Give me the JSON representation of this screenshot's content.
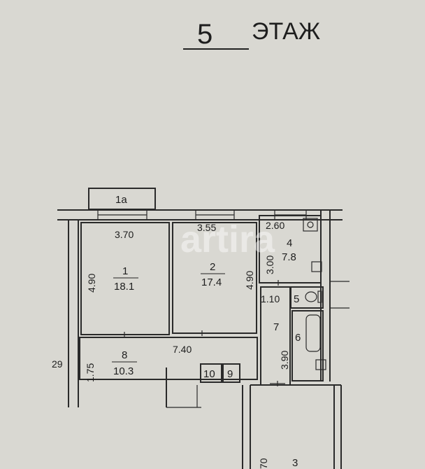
{
  "header": {
    "floor_number": "5",
    "floor_word": "ЭТАЖ"
  },
  "watermark": {
    "text": "artira"
  },
  "rooms": [
    {
      "id": "1",
      "area": "18.1"
    },
    {
      "id": "2",
      "area": "17.4"
    },
    {
      "id": "3"
    },
    {
      "id": "4",
      "area": "7.8"
    },
    {
      "id": "5"
    },
    {
      "id": "6"
    },
    {
      "id": "7"
    },
    {
      "id": "8",
      "area": "10.3"
    },
    {
      "id": "9"
    },
    {
      "id": "10"
    },
    {
      "id": "1a"
    }
  ],
  "dimensions": {
    "room1_width": "3.70",
    "room1_depth": "4.90",
    "room2_width": "3.55",
    "room2_depth": "4.90",
    "room4_width": "2.60",
    "room4_depth": "3.00",
    "room5_width": "1.10",
    "room7_depth": "3.90",
    "room8_width": "7.40",
    "room8_depth": "1.75",
    "room3_partial": "70",
    "edge_partial": "29"
  }
}
